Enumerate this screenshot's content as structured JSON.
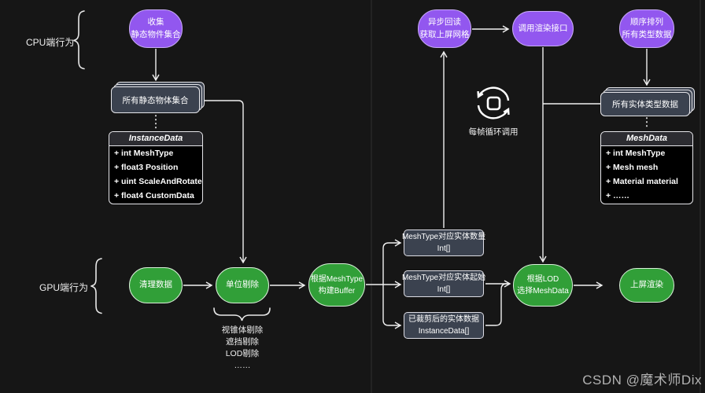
{
  "watermark": "CSDN @魔术师Dix",
  "labels": {
    "cpu_side": "CPU端行为",
    "gpu_side": "GPU端行为",
    "loop_caption": "每帧循环调用"
  },
  "pills": {
    "collect": {
      "line1": "收集",
      "line2": "静态物件集合"
    },
    "async_readback": {
      "line1": "异步回读",
      "line2": "获取上屏网格"
    },
    "call_render": {
      "line1": "调用渲染接口"
    },
    "sort_all_types": {
      "line1": "顺序排列",
      "line2": "所有类型数据"
    },
    "clear_data": {
      "line1": "清理数据"
    },
    "unit_cull": {
      "line1": "单位剔除"
    },
    "build_buffer": {
      "line1": "根据MeshType",
      "line2": "构建Buffer"
    },
    "select_meshdata": {
      "line1": "根据LOD",
      "line2": "选择MeshData"
    },
    "screen_render": {
      "line1": "上屏渲染"
    }
  },
  "stacked_boxes": {
    "static_objects": "所有静态物体集合",
    "entity_type_data": "所有实体类型数据"
  },
  "class_boxes": {
    "instance_data": {
      "title": "InstanceData",
      "fields": [
        "+ int MeshType",
        "+ float3 Position",
        "+ uint ScaleAndRotate",
        "+ float4 CustomData"
      ]
    },
    "mesh_data": {
      "title": "MeshData",
      "fields": [
        "+ int MeshType",
        "+ Mesh mesh",
        "+ Material material",
        "+ ……"
      ]
    }
  },
  "data_boxes": {
    "entity_count": {
      "line1": "MeshType对应实体数量",
      "line2": "Int[]"
    },
    "entity_start": {
      "line1": "MeshType对应实体起始",
      "line2": "Int[]"
    },
    "culled_entities": {
      "line1": "已裁剪后的实体数据",
      "line2": "InstanceData[]"
    }
  },
  "cull_list": [
    "视锥体剔除",
    "遮挡剔除",
    "LOD剔除",
    "……"
  ],
  "colors": {
    "purple_fill": "#9257ef",
    "purple_border": "#c9abf7",
    "green_fill": "#319f38",
    "green_border": "#d9f0d9",
    "slate_fill": "#3b424f",
    "background": "#161616",
    "stroke": "#f0f0f0"
  }
}
